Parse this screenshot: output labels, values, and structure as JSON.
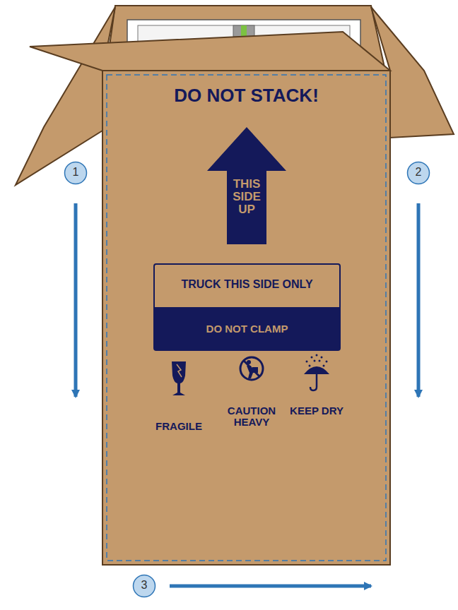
{
  "diagram": {
    "nodes": [
      {
        "text": [
          "DO NOT STACK!",
          "FRAGILE",
          "CAUTION HEAVY",
          "KEEP DRY"
        ]
      },
      {
        "text": [
          "THIS SIDE UP"
        ],
        "in": 0
      },
      {
        "text": [
          "TRUCK THIS SIDE ONLY",
          "DO NOT CLAMP"
        ],
        "in": 0
      },
      {
        "text": [
          "1"
        ]
      },
      {
        "text": [
          "2"
        ]
      },
      {
        "text": [
          "3"
        ]
      }
    ]
  }
}
